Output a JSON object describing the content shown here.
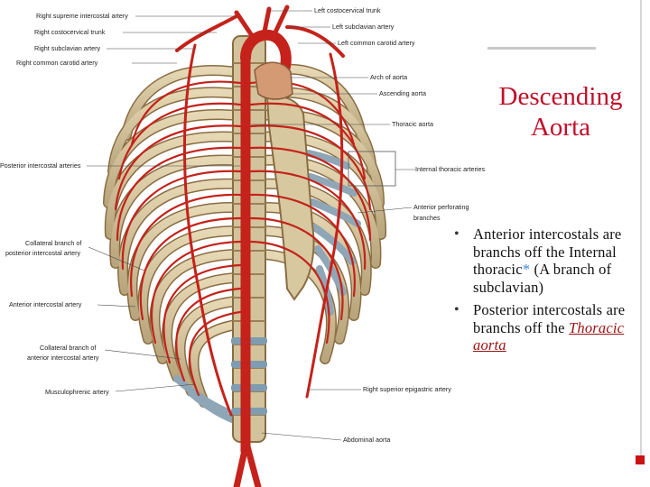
{
  "title": {
    "line1": "Descending",
    "line2": "Aorta"
  },
  "bullets": [
    {
      "text": "Anterior intercostals are branchs off  the Internal thoracic",
      "marker": "*",
      "tail": "(A branch of subclavian)"
    },
    {
      "text": "Posterior intercostals are branchs off the",
      "link": "Thoracic aorta"
    }
  ],
  "labels": {
    "right_supreme_intercostal": "Right supreme intercostal artery",
    "right_costocervical": "Right costocervical trunk",
    "right_subclavian": "Right subclavian artery",
    "right_common_carotid": "Right common carotid artery",
    "left_costocervical": "Left costocervical trunk",
    "left_subclavian": "Left subclavian artery",
    "left_common_carotid": "Left common carotid artery",
    "arch_of_aorta": "Arch of aorta",
    "ascending_aorta": "Ascending aorta",
    "thoracic_aorta": "Thoracic aorta",
    "posterior_intercostal": "Posterior intercostal arteries",
    "internal_thoracic": "Internal thoracic arteries",
    "anterior_perforating_1": "Anterior perforating",
    "anterior_perforating_2": "branches",
    "collateral_posterior_1": "Collateral branch of",
    "collateral_posterior_2": "posterior intercostal artery",
    "anterior_intercostal": "Anterior intercostal artery",
    "collateral_anterior_1": "Collateral branch of",
    "collateral_anterior_2": "anterior intercostal artery",
    "musculophrenic": "Musculophrenic artery",
    "right_superior_epigastric": "Right superior epigastric artery",
    "abdominal_aorta": "Abdominal aorta"
  },
  "colors": {
    "title": "#c0102a",
    "artery": "#c4221a",
    "bone": "#d9c9a2",
    "cartilage": "#8fa6b6",
    "accent": "#cc1111",
    "asterisk": "#3d8ad9"
  }
}
